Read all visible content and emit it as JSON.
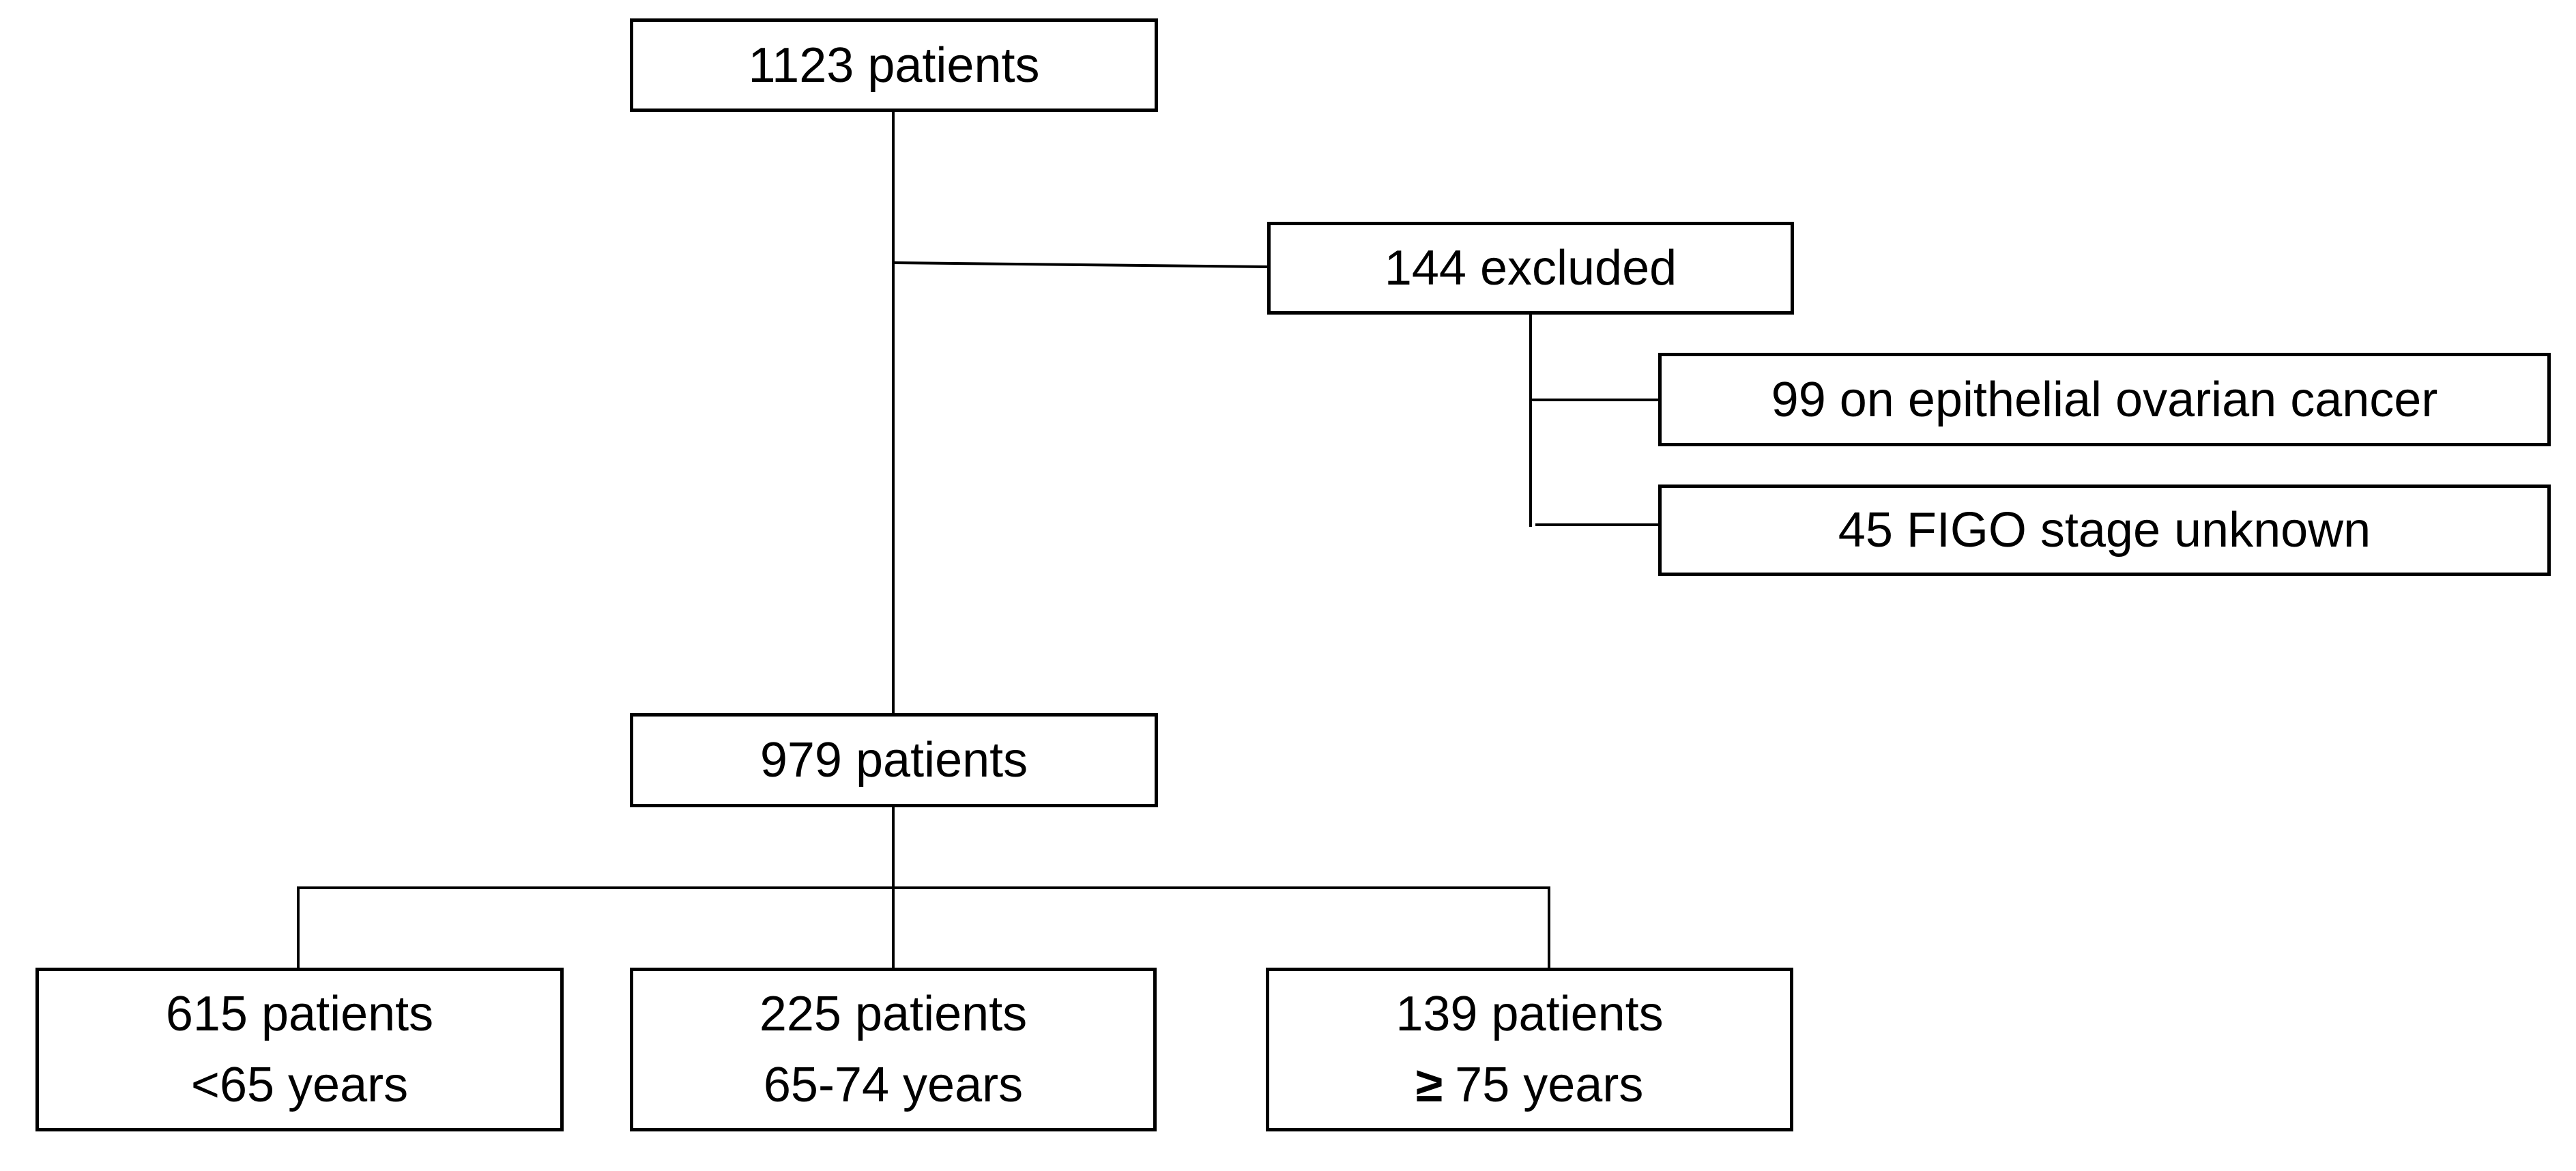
{
  "diagram": {
    "type": "patient-flow-chart",
    "background_color": "#ffffff",
    "box_border_color": "#000000",
    "text_color": "#000000",
    "nodes": {
      "total": {
        "label": "1123 patients"
      },
      "excluded": {
        "label": "144 excluded"
      },
      "exclusion_reason_1": {
        "label": "99 on epithelial ovarian cancer"
      },
      "exclusion_reason_2": {
        "label": "45 FIGO stage unknown"
      },
      "included": {
        "label": "979 patients"
      },
      "age_under_65": {
        "line1": "615 patients",
        "line2": "<65 years"
      },
      "age_65_74": {
        "line1": "225 patients",
        "line2": "65-74 years"
      },
      "age_75_plus": {
        "line1": "139 patients",
        "line2_symbol": "≥",
        "line2_text": "75 years"
      }
    }
  }
}
